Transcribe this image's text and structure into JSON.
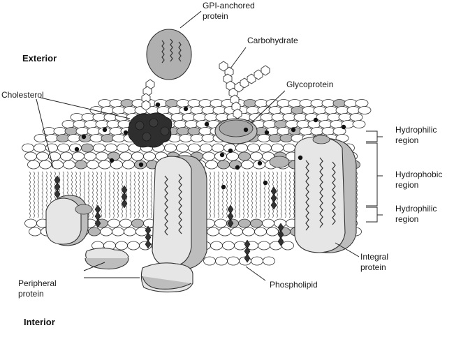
{
  "labels": {
    "exterior": "Exterior",
    "interior": "Interior",
    "gpi_line1": "GPI-anchored",
    "gpi_line2": "protein",
    "carbohydrate": "Carbohydrate",
    "glycoprotein": "Glycoprotein",
    "cholesterol": "Cholesterol",
    "hydrophilic_top_line1": "Hydrophilic",
    "hydrophilic_top_line2": "region",
    "hydrophobic_line1": "Hydrophobic",
    "hydrophobic_line2": "region",
    "hydrophilic_bottom_line1": "Hydrophilic",
    "hydrophilic_bottom_line2": "region",
    "integral_line1": "Integral",
    "integral_line2": "protein",
    "peripheral_line1": "Peripheral",
    "peripheral_line2": "protein",
    "phospholipid": "Phospholipid"
  }
}
